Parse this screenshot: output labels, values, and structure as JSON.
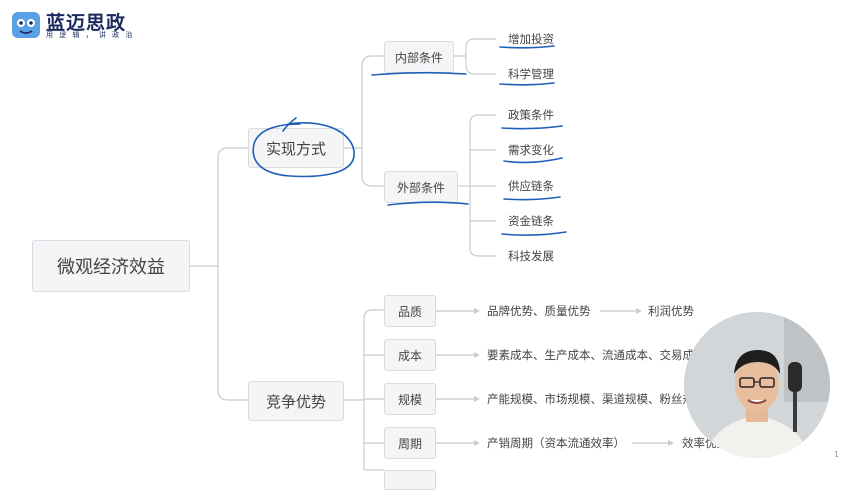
{
  "logo": {
    "title": "蓝迈思政",
    "subtitle": "用 逻 辑 ， 讲 政 治"
  },
  "mindmap": {
    "root": "微观经济效益",
    "branches": {
      "implementation": {
        "label": "实现方式",
        "internal": {
          "label": "内部条件",
          "items": [
            "增加投资",
            "科学管理"
          ]
        },
        "external": {
          "label": "外部条件",
          "items": [
            "政策条件",
            "需求变化",
            "供应链条",
            "资金链条",
            "科技发展"
          ]
        }
      },
      "competition": {
        "label": "竞争优势",
        "rows": [
          {
            "label": "品质",
            "detail": "品牌优势、质量优势",
            "result": "利润优势"
          },
          {
            "label": "成本",
            "detail": "要素成本、生产成本、流通成本、交易成本"
          },
          {
            "label": "规模",
            "detail": "产能规模、市场规模、渠道规模、粉丝规模"
          },
          {
            "label": "周期",
            "detail": "产销周期（资本流通效率）",
            "result": "效率优势"
          }
        ]
      }
    }
  },
  "page_indicator": "1",
  "colors": {
    "annotation": "#1f5fb8",
    "brand": "#1a2a5e",
    "node_bg": "#f4f5f7",
    "line": "#c8cbd0"
  }
}
